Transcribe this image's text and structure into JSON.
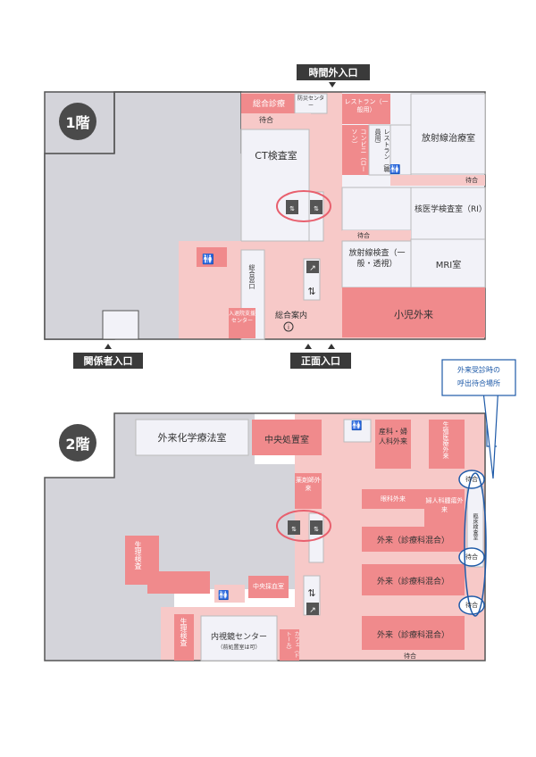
{
  "floor1": {
    "badge": "1階",
    "entrances": {
      "after_hours": "時間外入口",
      "staff": "関係者入口",
      "main": "正面入口"
    },
    "rooms": {
      "general_clinic": "総合診療",
      "disaster_center": "防災センター",
      "restaurant_general": "レストラン（一般用）",
      "restaurant_staff": "レストラン（職員用）",
      "convenience": "コンビニ（ローソン）",
      "radiotherapy": "放射線治療室",
      "ct": "CT検査室",
      "nuclear": "核医学検査室（RI）",
      "radiology": "放射線検査（一般・透視）",
      "mri": "MRI室",
      "pediatrics": "小児外来",
      "general_window": "総合窓口",
      "admission": "入退院支援センター",
      "info": "総合案内"
    },
    "wait": "待合"
  },
  "floor2": {
    "badge": "2階",
    "rooms": {
      "chemo": "外来化学療法室",
      "central_treatment": "中央処置室",
      "pharmacist": "薬剤師外来",
      "ob_gyn": "産科・婦人科外来",
      "fertility": "生殖医療外来",
      "pathology": "眼科外来",
      "ob_gyn_special": "婦人科腫瘍外来",
      "outpatient1": "外来（診療科混合）",
      "outpatient2": "外来（診療科混合）",
      "outpatient3": "外来（診療科混合）",
      "physio_exam": "生理検査",
      "physio_exam2": "生理検査",
      "central_blood": "中央採血室",
      "endoscopy": "内視鏡センター",
      "endoscopy_note": "（前処置室は可）",
      "cafe": "カフェ（ドトール）",
      "clinical_hall": "臨床検査室"
    },
    "wait": "待合"
  },
  "callout": {
    "line1": "外来受診時の",
    "line2": "呼出待合場所"
  },
  "colors": {
    "corridor": "#f7c9c8",
    "room_pink": "#f08a8c",
    "room_light": "#f2f2f8",
    "staff_area": "#d4d4da",
    "entrance_bg": "#3a3a3a",
    "highlight": "#e8606e",
    "callout_blue": "#1e5aa8"
  }
}
